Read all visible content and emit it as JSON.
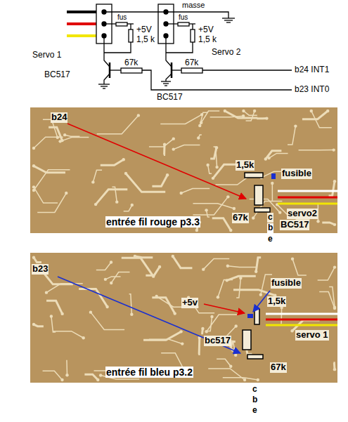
{
  "diagram": {
    "labels": [
      "masse",
      "fus",
      "+5V",
      "1,5 k",
      "fus",
      "+5V",
      "1,5 k",
      "Servo 1",
      "Servo 2",
      "BC517",
      "67k",
      "67k",
      "b24 INT1",
      "b23 INT0",
      "BC517",
      "b24",
      "1,5k",
      "fusible",
      "servo2",
      "67k",
      "BC517",
      "entrée fil rouge p3.3",
      "c",
      "b",
      "e",
      "b23",
      "fusible",
      "+5v",
      "1,5k",
      "servo 1",
      "bc517",
      "67k",
      "entrée fil bleu p3.2",
      "c",
      "b",
      "e"
    ]
  }
}
